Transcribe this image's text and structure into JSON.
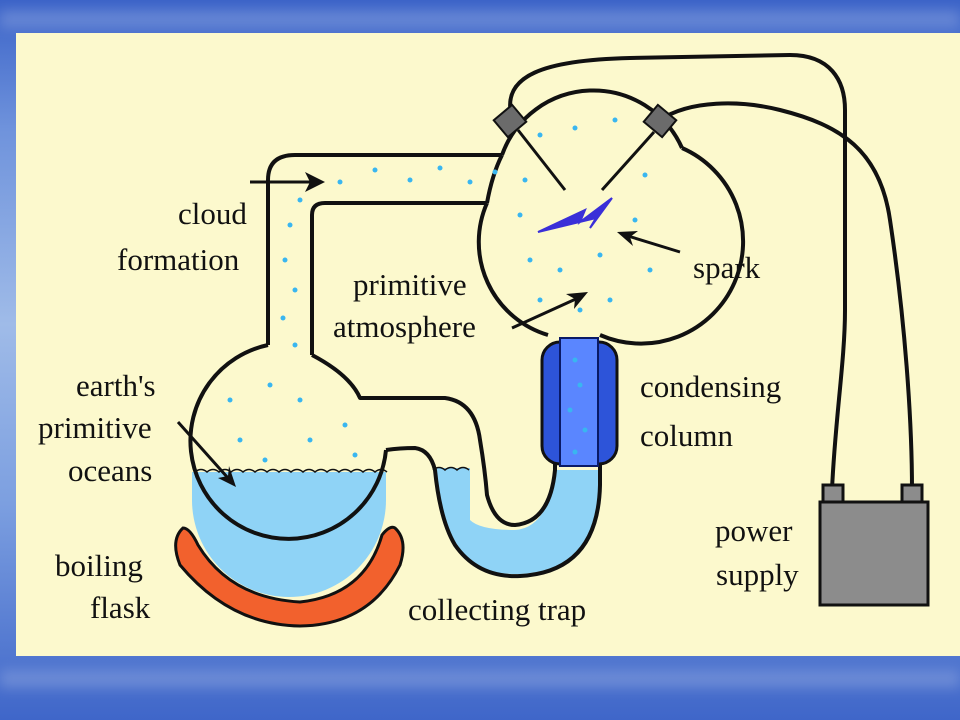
{
  "labels": {
    "cloud_1": "cloud",
    "cloud_2": "formation",
    "primitive_1": "primitive",
    "primitive_2": "atmosphere",
    "spark": "spark",
    "earth_1": "earth's",
    "earth_2": "primitive",
    "earth_3": "oceans",
    "condensing_1": "condensing",
    "condensing_2": "column",
    "boiling_1": "boiling",
    "boiling_2": "flask",
    "collecting": "collecting trap",
    "power_1": "power",
    "power_2": "supply"
  },
  "colors": {
    "panel": "#fcf9cd",
    "water": "#8fd3f6",
    "water_dots": "#39b6f0",
    "condenser": "#2d54d9",
    "heater": "#f2612d",
    "battery": "#8c8c8c",
    "electrode": "#6b6b6b",
    "spark": "#3a2fd8",
    "outline": "#111111"
  }
}
